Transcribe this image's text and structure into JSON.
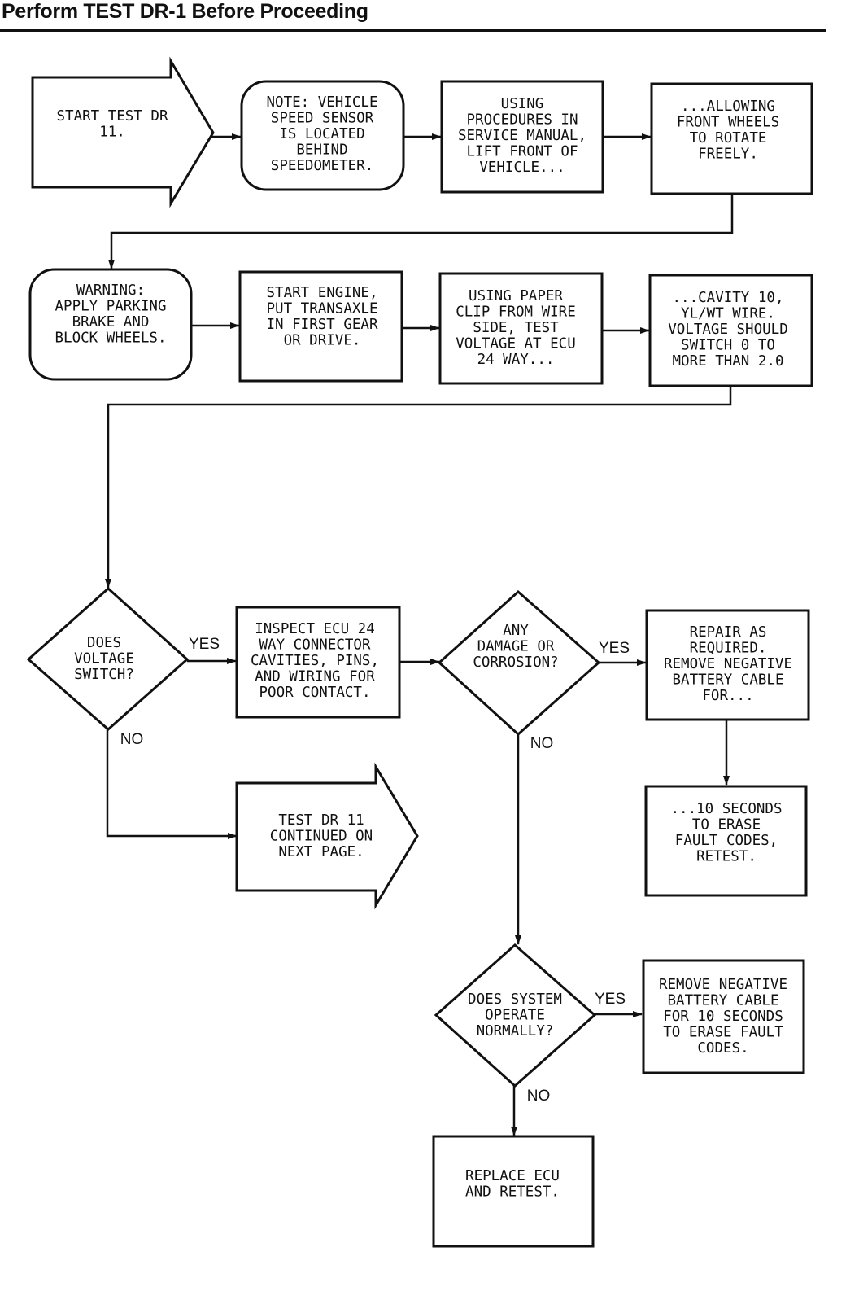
{
  "header": {
    "title": "Perform TEST DR-1 Before Proceeding"
  },
  "nodes": {
    "start": [
      "START TEST DR",
      "11."
    ],
    "note": [
      "NOTE: VEHICLE",
      "SPEED SENSOR",
      "IS LOCATED",
      "BEHIND",
      "SPEEDOMETER."
    ],
    "lift": [
      "USING",
      "PROCEDURES IN",
      "SERVICE MANUAL,",
      "LIFT FRONT OF",
      "VEHICLE..."
    ],
    "allowing": [
      "...ALLOWING",
      "FRONT WHEELS",
      "TO ROTATE",
      "FREELY."
    ],
    "warning": [
      "WARNING:",
      "APPLY PARKING",
      "BRAKE AND",
      "BLOCK WHEELS."
    ],
    "start_engine": [
      "START ENGINE,",
      "PUT TRANSAXLE",
      "IN FIRST GEAR",
      "OR DRIVE."
    ],
    "paper_clip": [
      "USING PAPER",
      "CLIP FROM WIRE",
      "SIDE, TEST",
      "VOLTAGE AT ECU",
      "24 WAY..."
    ],
    "cavity": [
      "...CAVITY 10,",
      "YL/WT WIRE.",
      "VOLTAGE SHOULD",
      "SWITCH 0 TO",
      "MORE THAN 2.0"
    ],
    "does_voltage": [
      "DOES",
      "VOLTAGE",
      "SWITCH?"
    ],
    "inspect": [
      "INSPECT ECU 24",
      "WAY CONNECTOR",
      "CAVITIES, PINS,",
      "AND WIRING FOR",
      "POOR CONTACT."
    ],
    "damage": [
      "ANY",
      "DAMAGE OR",
      "CORROSION?"
    ],
    "repair": [
      "REPAIR AS",
      "REQUIRED.",
      "REMOVE NEGATIVE",
      "BATTERY CABLE",
      "FOR..."
    ],
    "continued": [
      "TEST DR 11",
      "CONTINUED ON",
      "NEXT PAGE."
    ],
    "erase": [
      "...10 SECONDS",
      "TO ERASE",
      "FAULT CODES,",
      "RETEST."
    ],
    "does_system": [
      "DOES SYSTEM",
      "OPERATE",
      "NORMALLY?"
    ],
    "remove_cable": [
      "REMOVE NEGATIVE",
      "BATTERY CABLE",
      "FOR 10 SECONDS",
      "TO ERASE FAULT",
      "CODES."
    ],
    "replace": [
      "REPLACE ECU",
      "AND RETEST."
    ]
  },
  "labels": {
    "voltage_yes": "YES",
    "voltage_no": "NO",
    "damage_yes": "YES",
    "damage_no": "NO",
    "system_yes": "YES",
    "system_no": "NO"
  }
}
